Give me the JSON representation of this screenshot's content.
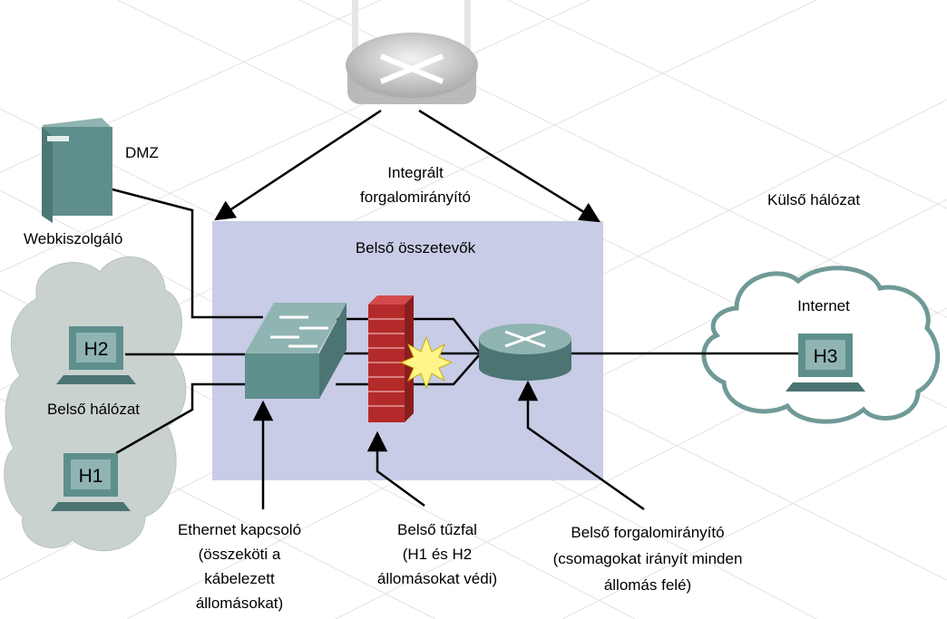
{
  "labels": {
    "dmz": "DMZ",
    "web_server": "Webkiszolgáló",
    "integrated_router": [
      "Integrált",
      "forgalomirányító"
    ],
    "external_network": "Külső hálózat",
    "internal_components": "Belső összetevők",
    "internet": "Internet",
    "internal_network": "Belső hálózat",
    "ethernet_switch": [
      "Ethernet kapcsoló",
      "(összeköti a",
      "kábelezett",
      "állomásokat)"
    ],
    "internal_firewall": [
      "Belső tűzfal",
      "(H1 és H2",
      "állomásokat védi)"
    ],
    "internal_router": [
      "Belső forgalomirányító",
      "(csomagokat irányít minden",
      "állomás felé)"
    ]
  },
  "hosts": {
    "h1": "H1",
    "h2": "H2",
    "h3": "H3"
  },
  "colors": {
    "internal_box": "#c8cce6",
    "cloud_fill": "#c9d2cf",
    "cloud_outline": "#6f9a97",
    "device_teal": "#5e8f8d",
    "firewall_brick": "#b42a2a",
    "router_gray": "#cfcfcf"
  }
}
